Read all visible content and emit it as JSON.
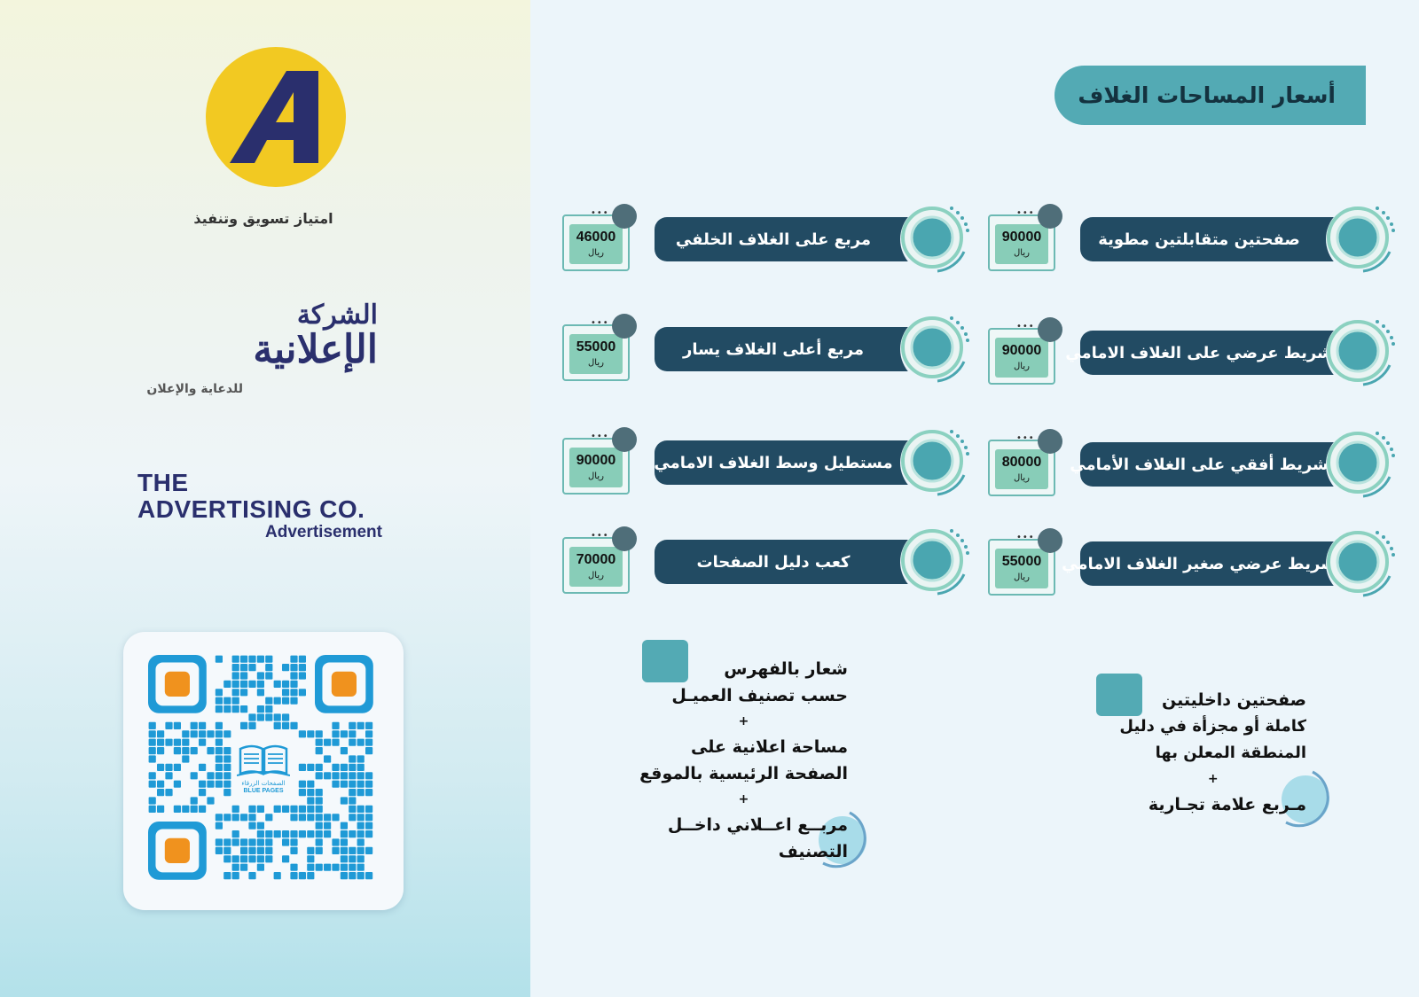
{
  "brand": {
    "slogan": "امتياز تسويق وتنفيذ",
    "arabic_logo_line1": "الشركة",
    "arabic_logo_line2": "الإعلانية",
    "arabic_logo_line3": "للدعاية والإعلان",
    "english_line1": "THE",
    "english_line2": "ADVERTISING CO.",
    "english_line3": "Advertisement",
    "qr_caption_ar": "الصفحات الزرقاء",
    "qr_caption_en": "BLUE PAGES",
    "colors": {
      "yellow": "#f2c922",
      "navy": "#2a2f6d",
      "qr_blue": "#1f9ad6",
      "qr_orange": "#f0921e"
    }
  },
  "header": {
    "title": "أسعار المساحات الغلاف"
  },
  "currency": "ريال",
  "items": [
    {
      "label": "صفحتين متقابلتين مطوية",
      "price": "90000"
    },
    {
      "label": "مربع على الغلاف الخلفي",
      "price": "46000"
    },
    {
      "label": "شريط عرضي على الغلاف الامامي",
      "price": "90000"
    },
    {
      "label": "مربع أعلى الغلاف يسار",
      "price": "55000"
    },
    {
      "label": "شريط أفقي على الغلاف الأمامي",
      "price": "80000"
    },
    {
      "label": "مستطيل وسط الغلاف الامامي",
      "price": "90000"
    },
    {
      "label": "شريط عرضي صغير الغلاف الامامي",
      "price": "55000"
    },
    {
      "label": "كعب دليل الصفحات",
      "price": "70000"
    }
  ],
  "packages": {
    "right": {
      "line1": "صفحتين داخليتين",
      "line2": "كاملة أو مجزأة في دليل",
      "line3": "المنطقة المعلن بها",
      "plus": "+",
      "line4": "مـربع علامة تجـارية"
    },
    "left": {
      "line1": "شعار بالفهرس",
      "line2": "حسب تصنيف العميـل",
      "plus1": "+",
      "line3": "مساحة اعلانية على",
      "line4": "الصفحة الرئيسية بالموقع",
      "plus2": "+",
      "line5": "مربــع اعــلاني داخــل",
      "line6": "التصنيف"
    }
  },
  "palette": {
    "teal": "#53aab4",
    "dark_bar": "#224b63",
    "mint": "#88cdb8",
    "circle_teal": "#4aa6b0"
  }
}
